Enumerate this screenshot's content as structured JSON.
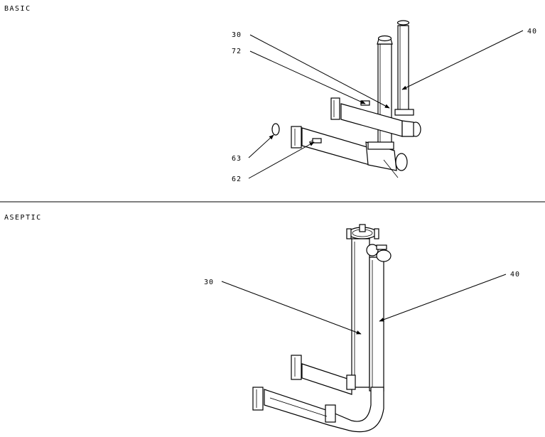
{
  "sections": {
    "basic": {
      "title": "BASIC",
      "labels": {
        "l30": "30",
        "l72": "72",
        "l40": "40",
        "l63": "63",
        "l62": "62"
      }
    },
    "aseptic": {
      "title": "ASEPTIC",
      "labels": {
        "l30": "30",
        "l40": "40"
      }
    }
  }
}
